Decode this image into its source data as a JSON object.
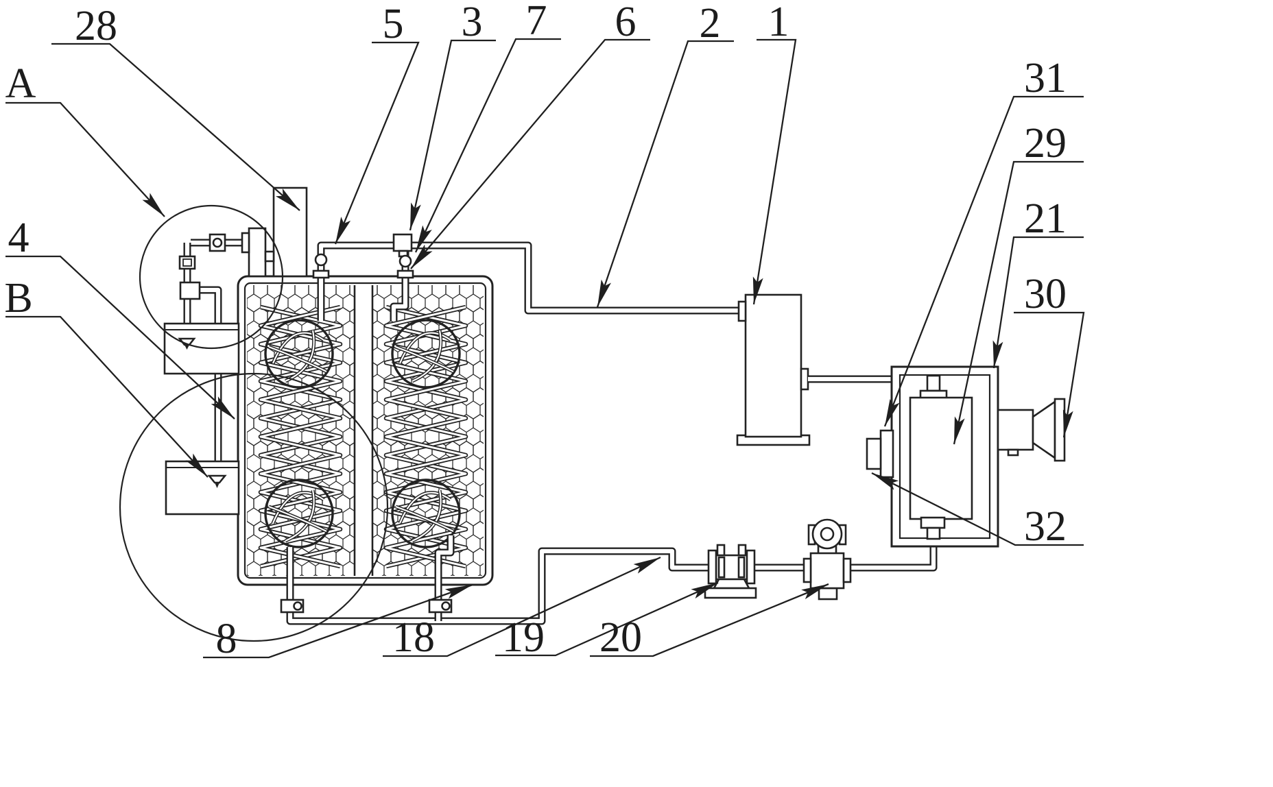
{
  "figure": {
    "kind": "patent-line-drawing",
    "labels": {
      "l28": "28",
      "lA": "A",
      "l4": "4",
      "lB": "B",
      "l5": "5",
      "l3": "3",
      "l7": "7",
      "l6": "6",
      "l2": "2",
      "l1": "1",
      "l31": "31",
      "l29": "29",
      "l21": "21",
      "l30": "30",
      "l32": "32",
      "l8": "8",
      "l18": "18",
      "l19": "19",
      "l20": "20"
    },
    "line_color": "#222222",
    "background": "#ffffff"
  }
}
